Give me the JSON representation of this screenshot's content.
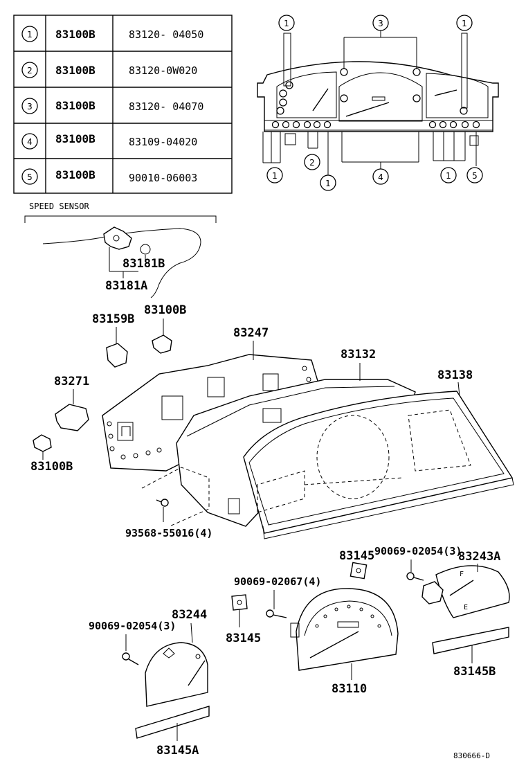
{
  "legend_table": {
    "rows": [
      {
        "num": "1",
        "part": "83100B",
        "value": "83120- 04050"
      },
      {
        "num": "2",
        "part": "83100B",
        "value": "83120-0W020"
      },
      {
        "num": "3",
        "part": "83100B",
        "value": "83120- 04070"
      },
      {
        "num": "4",
        "part": "83100B",
        "value": "83109-04020"
      },
      {
        "num": "5",
        "part": "83100B",
        "value": "90010-06003"
      }
    ]
  },
  "bulb_callouts": {
    "top": [
      "1",
      "3",
      "1"
    ],
    "bottom": [
      "1",
      "2",
      "1",
      "4",
      "1",
      "5"
    ]
  },
  "sections": {
    "speed_sensor": "SPEED SENSOR"
  },
  "parts": {
    "p83181B": "83181B",
    "p83181A": "83181A",
    "p83159B": "83159B",
    "p83100B_top": "83100B",
    "p83247": "83247",
    "p83132": "83132",
    "p83138": "83138",
    "p83271": "83271",
    "p83100B_left": "83100B",
    "p93568": "93568-55016(4)",
    "p83145_top": "83145",
    "p83243A": "83243A",
    "p90069_02054_right": "90069-02054(3)",
    "p90069_02067": "90069-02067(4)",
    "p83244": "83244",
    "p90069_02054_left": "90069-02054(3)",
    "p83145_left": "83145",
    "p83110": "83110",
    "p83145B": "83145B",
    "p83145A": "83145A"
  },
  "drawing_code": "830666-D"
}
